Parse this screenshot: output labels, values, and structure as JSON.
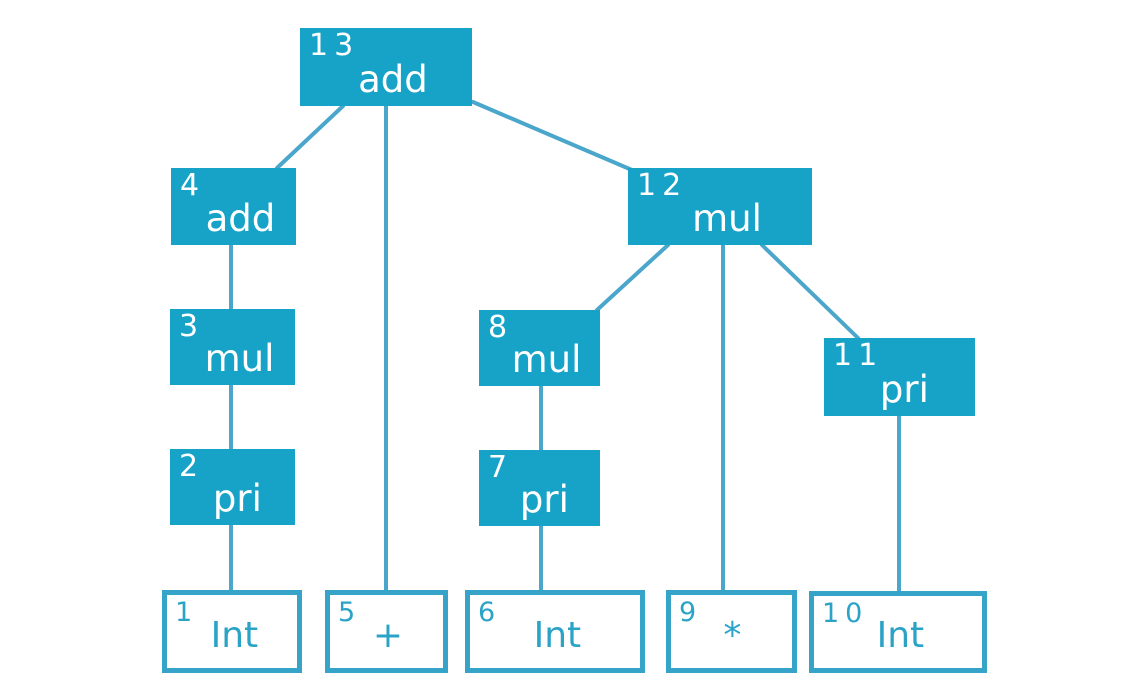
{
  "diagram": {
    "type": "parse-tree",
    "colors": {
      "background": "#ffffff",
      "node_fill": "#17a3c7",
      "node_text": "#ffffff",
      "edge_stroke": "#4aa6ca",
      "leaf_border": "#35a4c8",
      "leaf_text": "#2ba3c7"
    },
    "nodes": [
      {
        "id": "13",
        "number": "13",
        "label": "add",
        "kind": "internal"
      },
      {
        "id": "4",
        "number": "4",
        "label": "add",
        "kind": "internal"
      },
      {
        "id": "12",
        "number": "12",
        "label": "mul",
        "kind": "internal"
      },
      {
        "id": "3",
        "number": "3",
        "label": "mul",
        "kind": "internal"
      },
      {
        "id": "8",
        "number": "8",
        "label": "mul",
        "kind": "internal"
      },
      {
        "id": "11",
        "number": "11",
        "label": "pri",
        "kind": "internal"
      },
      {
        "id": "2",
        "number": "2",
        "label": "pri",
        "kind": "internal"
      },
      {
        "id": "7",
        "number": "7",
        "label": "pri",
        "kind": "internal"
      },
      {
        "id": "1",
        "number": "1",
        "label": "Int",
        "kind": "leaf"
      },
      {
        "id": "5",
        "number": "5",
        "label": "+",
        "kind": "leaf"
      },
      {
        "id": "6",
        "number": "6",
        "label": "Int",
        "kind": "leaf"
      },
      {
        "id": "9",
        "number": "9",
        "label": "*",
        "kind": "leaf"
      },
      {
        "id": "10",
        "number": "10",
        "label": "Int",
        "kind": "leaf"
      }
    ],
    "edges": [
      {
        "from": "13",
        "to": "4"
      },
      {
        "from": "13",
        "to": "5"
      },
      {
        "from": "13",
        "to": "12"
      },
      {
        "from": "4",
        "to": "3"
      },
      {
        "from": "3",
        "to": "2"
      },
      {
        "from": "2",
        "to": "1"
      },
      {
        "from": "12",
        "to": "8"
      },
      {
        "from": "12",
        "to": "9"
      },
      {
        "from": "12",
        "to": "11"
      },
      {
        "from": "8",
        "to": "7"
      },
      {
        "from": "7",
        "to": "6"
      },
      {
        "from": "11",
        "to": "10"
      }
    ]
  }
}
